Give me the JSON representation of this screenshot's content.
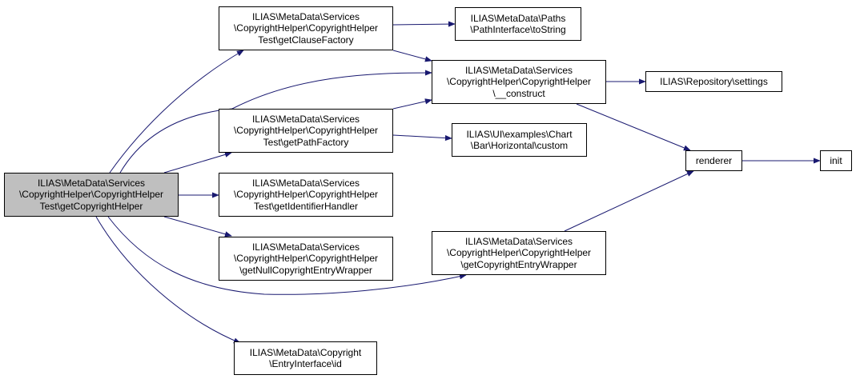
{
  "colors": {
    "edge": "#191970",
    "node_border": "#000000",
    "node_fill": "#ffffff",
    "root_fill": "#bfbfbf"
  },
  "nodes": {
    "root": {
      "lines": [
        "ILIAS\\MetaData\\Services",
        "\\CopyrightHelper\\CopyrightHelper",
        "Test\\getCopyrightHelper"
      ]
    },
    "clause_factory": {
      "lines": [
        "ILIAS\\MetaData\\Services",
        "\\CopyrightHelper\\CopyrightHelper",
        "Test\\getClauseFactory"
      ]
    },
    "path_factory": {
      "lines": [
        "ILIAS\\MetaData\\Services",
        "\\CopyrightHelper\\CopyrightHelper",
        "Test\\getPathFactory"
      ]
    },
    "identifier_handler": {
      "lines": [
        "ILIAS\\MetaData\\Services",
        "\\CopyrightHelper\\CopyrightHelper",
        "Test\\getIdentifierHandler"
      ]
    },
    "null_entry_wrapper": {
      "lines": [
        "ILIAS\\MetaData\\Services",
        "\\CopyrightHelper\\CopyrightHelper",
        "\\getNullCopyrightEntryWrapper"
      ]
    },
    "entry_interface_id": {
      "lines": [
        "ILIAS\\MetaData\\Copyright",
        "\\EntryInterface\\id"
      ]
    },
    "path_to_string": {
      "lines": [
        "ILIAS\\MetaData\\Paths",
        "\\PathInterface\\toString"
      ]
    },
    "construct": {
      "lines": [
        "ILIAS\\MetaData\\Services",
        "\\CopyrightHelper\\CopyrightHelper",
        "\\__construct"
      ]
    },
    "chart_custom": {
      "lines": [
        "ILIAS\\UI\\examples\\Chart",
        "\\Bar\\Horizontal\\custom"
      ]
    },
    "entry_wrapper": {
      "lines": [
        "ILIAS\\MetaData\\Services",
        "\\CopyrightHelper\\CopyrightHelper",
        "\\getCopyrightEntryWrapper"
      ]
    },
    "repository_settings": {
      "lines": [
        "ILIAS\\Repository\\settings"
      ]
    },
    "renderer": {
      "lines": [
        "renderer"
      ]
    },
    "init": {
      "lines": [
        "init"
      ]
    }
  },
  "edges": [
    {
      "from": "root",
      "to": "clause_factory"
    },
    {
      "from": "root",
      "to": "construct"
    },
    {
      "from": "root",
      "to": "path_factory"
    },
    {
      "from": "root",
      "to": "identifier_handler"
    },
    {
      "from": "root",
      "to": "null_entry_wrapper"
    },
    {
      "from": "root",
      "to": "entry_wrapper"
    },
    {
      "from": "root",
      "to": "entry_interface_id"
    },
    {
      "from": "clause_factory",
      "to": "path_to_string"
    },
    {
      "from": "clause_factory",
      "to": "construct"
    },
    {
      "from": "path_factory",
      "to": "construct"
    },
    {
      "from": "path_factory",
      "to": "chart_custom"
    },
    {
      "from": "construct",
      "to": "repository_settings"
    },
    {
      "from": "construct",
      "to": "renderer"
    },
    {
      "from": "entry_wrapper",
      "to": "renderer"
    },
    {
      "from": "renderer",
      "to": "init"
    }
  ]
}
